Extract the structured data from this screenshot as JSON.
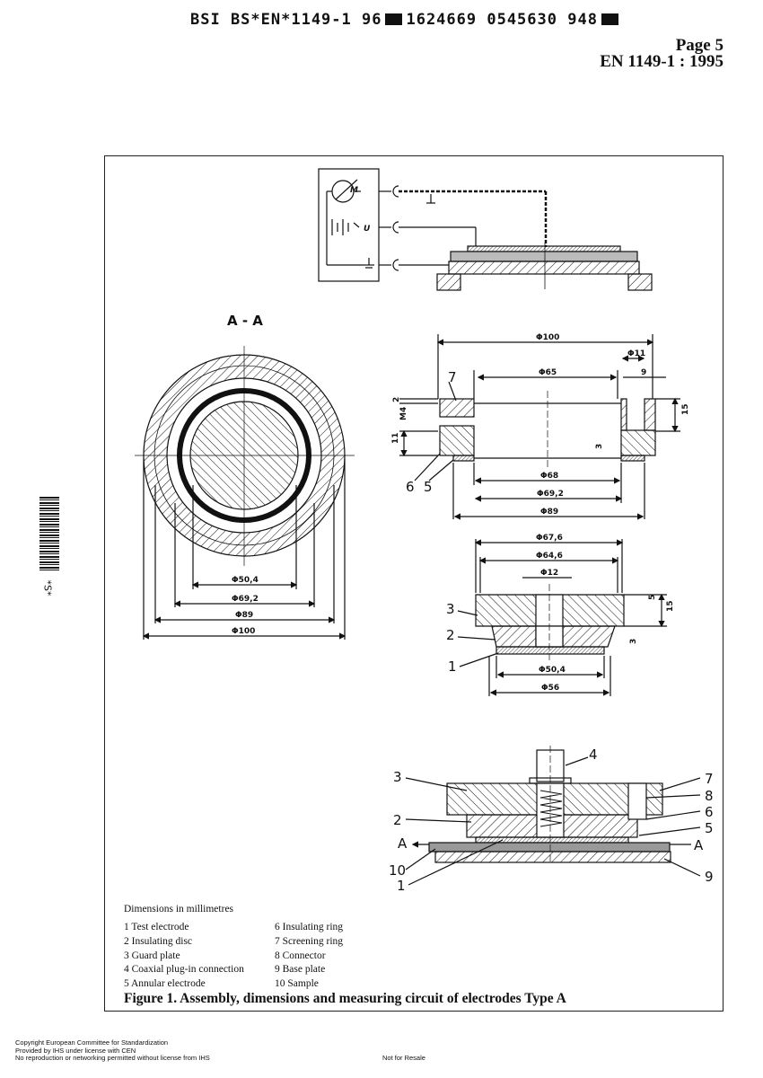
{
  "header": {
    "code_part1": "BSI BS*EN*1149-1 96",
    "code_part2": "1624669 0545630 948",
    "page": "Page 5",
    "standard": "EN 1149-1 : 1995"
  },
  "side": {
    "mark": "*S*"
  },
  "drawing": {
    "circuit": {
      "m": "M",
      "u": "U"
    },
    "section_aa": {
      "title": "A - A",
      "d50": "Φ50,4",
      "d69": "Φ69,2",
      "d89": "Φ89",
      "d100": "Φ100"
    },
    "ring_section": {
      "d100": "Φ100",
      "d11": "Φ11",
      "d65": "Φ65",
      "nine": "9",
      "two": "2",
      "m4": "M4",
      "eleven": "11",
      "fifteen": "15",
      "three": "3",
      "d68": "Φ68",
      "d692": "Φ69,2",
      "d89": "Φ89",
      "l7": "7",
      "l6": "6",
      "l5": "5"
    },
    "electrode_section": {
      "d676": "Φ67,6",
      "d646": "Φ64,6",
      "d12": "Φ12",
      "five": "5",
      "fifteen": "15",
      "three": "3",
      "d504": "Φ50,4",
      "d56": "Φ56",
      "l3": "3",
      "l2": "2",
      "l1": "1"
    },
    "assembly": {
      "l3": "3",
      "l2": "2",
      "a_left": "A",
      "l10": "10",
      "l1": "1",
      "l4": "4",
      "l7": "7",
      "l8": "8",
      "l6": "6",
      "l5": "5",
      "a_right": "A",
      "l9": "9"
    }
  },
  "legend": {
    "units": "Dimensions in millimetres",
    "col1": [
      "1 Test electrode",
      "2 Insulating disc",
      "3 Guard plate",
      "4 Coaxial plug-in connection",
      "5 Annular electrode"
    ],
    "col2": [
      "6 Insulating ring",
      "7 Screening ring",
      "8 Connector",
      "9 Base plate",
      "10 Sample"
    ],
    "caption": "Figure 1. Assembly, dimensions and measuring circuit of electrodes Type A"
  },
  "footer": {
    "line1": "Copyright European Committee for Standardization",
    "line2": "Provided by IHS under license with CEN",
    "line3": "No reproduction or networking permitted without license from IHS",
    "resale": "Not for Resale"
  }
}
